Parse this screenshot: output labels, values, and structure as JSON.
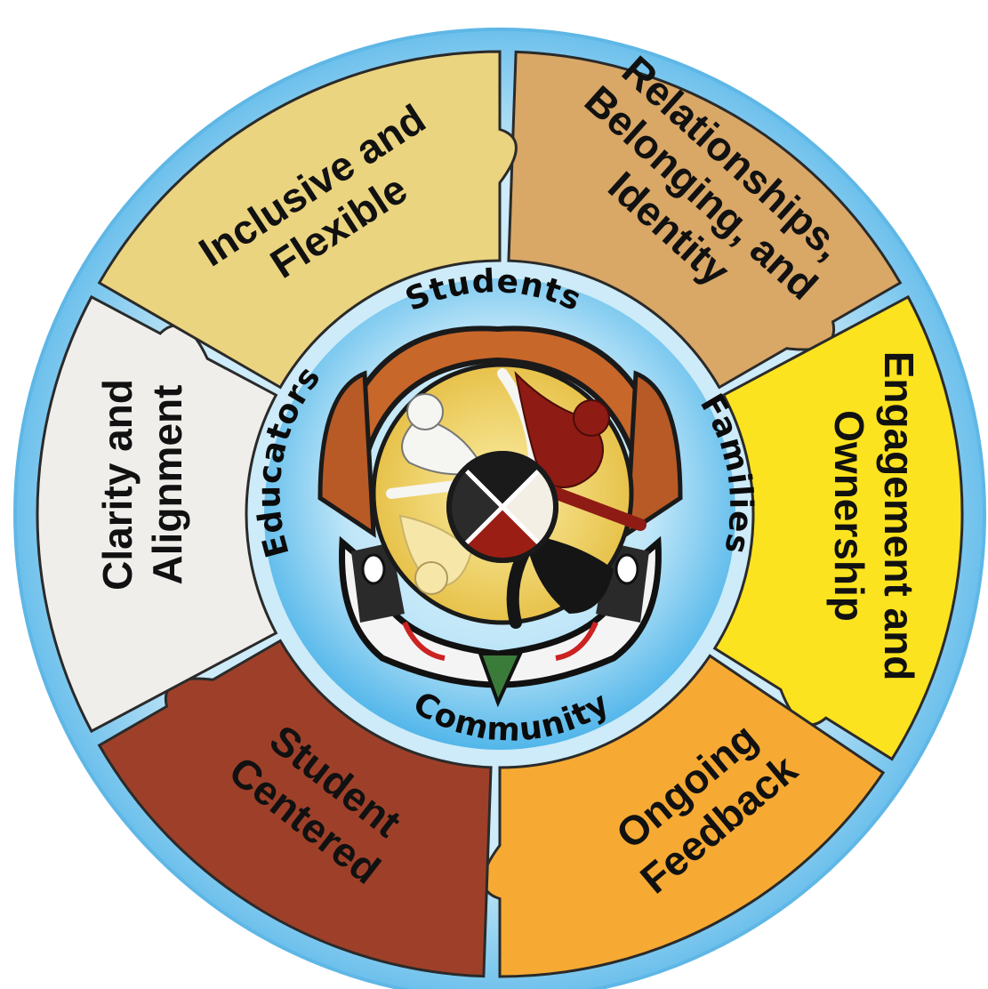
{
  "segments": {
    "inclusive": {
      "line1": "Inclusive and",
      "line2": "Flexible",
      "color": "#EBD47F"
    },
    "relationships": {
      "line1": "Relationships,",
      "line2": "Belonging, and",
      "line3": "Identity",
      "color": "#D9A766"
    },
    "engagement": {
      "line1": "Engagement and",
      "line2": "Ownership",
      "color": "#FCE31F"
    },
    "feedback": {
      "line1": "Ongoing",
      "line2": "Feedback",
      "color": "#F6AA33"
    },
    "student_centered": {
      "line1": "Student",
      "line2": "Centered",
      "color": "#9E4029"
    },
    "clarity": {
      "line1": "Clarity and",
      "line2": "Alignment",
      "color": "#F0EEEB"
    }
  },
  "inner_ring": {
    "top": "Students",
    "right": "Families",
    "bottom": "Community",
    "left": "Educators"
  },
  "colors": {
    "outer_ring": "#7FC9EE",
    "inner_ring_light": "#D8F0FB",
    "inner_ring_dark": "#4DB4EA",
    "gap_blue": "#B9E3F6"
  },
  "emblem": {
    "center_icon": "medicine-wheel-icon"
  }
}
